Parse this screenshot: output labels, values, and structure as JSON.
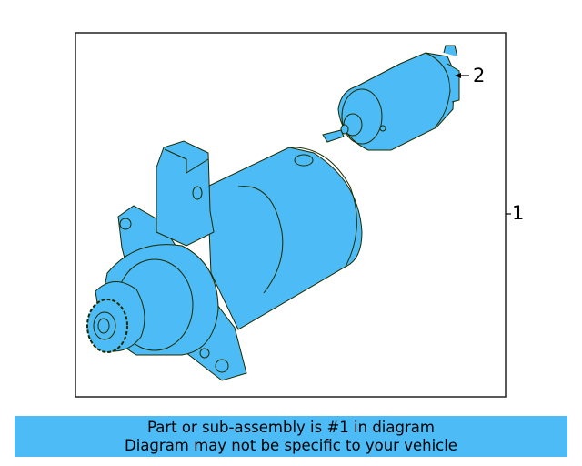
{
  "diagram": {
    "part_color": "#4dbbf5",
    "callouts": [
      {
        "number": "1"
      },
      {
        "number": "2"
      }
    ]
  },
  "banner": {
    "line1": "Part or sub-assembly is #1 in diagram",
    "line2": "Diagram may not be specific to your vehicle",
    "background": "#4dbbf5"
  }
}
